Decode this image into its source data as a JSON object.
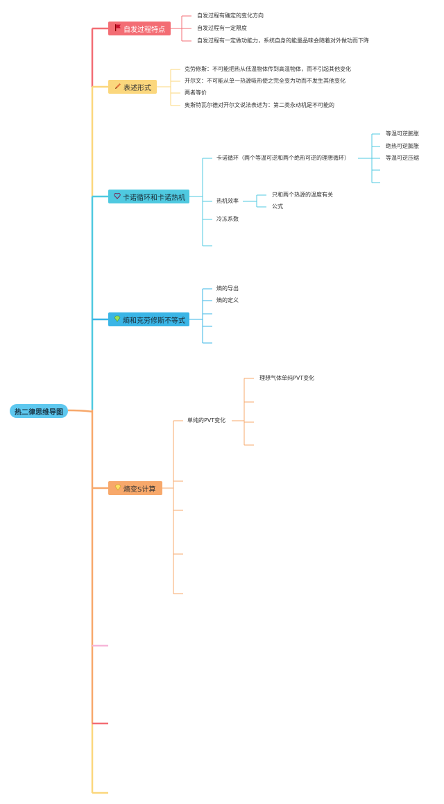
{
  "root": {
    "label": "热二律思维导图"
  },
  "branches": [
    {
      "label": "自发过程特点",
      "icon": "flag-icon",
      "color": "#f36d74",
      "items": [
        "自发过程有确定的变化方向",
        "自发过程有一定限度",
        "自发过程有一定做功能力，系统自身的能量品味会随着对外做功而下降"
      ]
    },
    {
      "label": "表述形式",
      "icon": "pencil-icon",
      "color": "#fbd77d",
      "items": [
        "克劳修斯：不可能把热从低温物体传到高温物体，而不引起其他变化",
        "开尔文：不可能从单一热源吸热使之完全变为功而不发生其他变化",
        "两者等价",
        "奥斯特瓦尔德对开尔文说法表述为：第二类永动机是不可能的"
      ]
    },
    {
      "label": "卡诺循环和卡诺热机",
      "icon": "heart-icon",
      "color": "#4fc9e0",
      "items": [
        {
          "label": "卡诺循环（两个等温可逆和两个绝热可逆的理想循环）",
          "children": [
            "等温可逆膨胀",
            "绝热可逆膨胀",
            "等温可逆压缩"
          ]
        },
        {
          "label": "热机效率",
          "children": [
            "只和两个热源的温度有关",
            "公式"
          ]
        },
        {
          "label": "冷冻系数"
        }
      ]
    },
    {
      "label": "熵和克劳修斯不等式",
      "icon": "diamond-icon",
      "color": "#3ab5e6",
      "items": [
        "熵的导出",
        "熵的定义"
      ]
    },
    {
      "label": "熵变S计算",
      "icon": "diamond-icon",
      "color": "#f7a86b",
      "items": [
        {
          "label": "单纯的PVT变化",
          "children": [
            "理想气体单纯PVT变化"
          ]
        }
      ]
    }
  ],
  "colors": {
    "red": "#f36d74",
    "yellow": "#fbd77d",
    "teal": "#4fc9e0",
    "blue": "#3ab5e6",
    "orange": "#f7a86b",
    "pink": "#f7b6d8",
    "root": "#5ec8ef"
  }
}
